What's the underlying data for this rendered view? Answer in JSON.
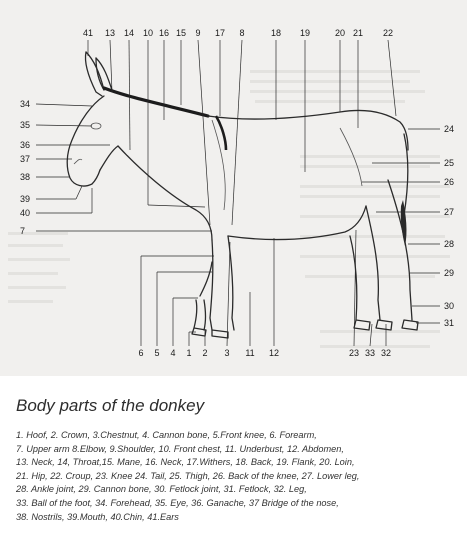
{
  "title": "Body parts of the donkey",
  "legend_lines": [
    "1. Hoof, 2. Crown, 3.Chestnut, 4. Cannon bone,  5.Front knee, 6. Forearm,",
    "7. Upper arm 8.Elbow, 9.Shoulder, 10. Front chest, 11. Underbust, 12. Abdomen,",
    "13. Neck, 14,  Throat,15. Mane, 16. Neck, 17.Withers, 18. Back, 19. Flank, 20. Loin,",
    "21. Hip, 22. Croup, 23. Knee 24. Tail, 25. Thigh, 26. Back of the knee, 27. Lower leg,",
    "28. Ankle joint, 29. Cannon bone, 30. Fetlock joint, 31. Fetlock, 32. Leg,",
    "33. Ball of the foot, 34. Forehead, 35. Eye, 36. Ganache, 37 Bridge of the nose,",
    "38. Nostrils, 39.Mouth, 40.Chin, 41.Ears"
  ],
  "callouts": {
    "top": [
      "41",
      "13",
      "14",
      "10",
      "16",
      "15",
      "9",
      "17",
      "8",
      "18",
      "19",
      "20",
      "21",
      "22"
    ],
    "left": [
      "34",
      "35",
      "36",
      "37",
      "38",
      "39",
      "40",
      "7"
    ],
    "right": [
      "24",
      "25",
      "26",
      "27",
      "28",
      "29",
      "30",
      "31"
    ],
    "bottom": [
      "6",
      "5",
      "4",
      "1",
      "2",
      "3",
      "11",
      "12",
      "23",
      "33",
      "32"
    ]
  }
}
